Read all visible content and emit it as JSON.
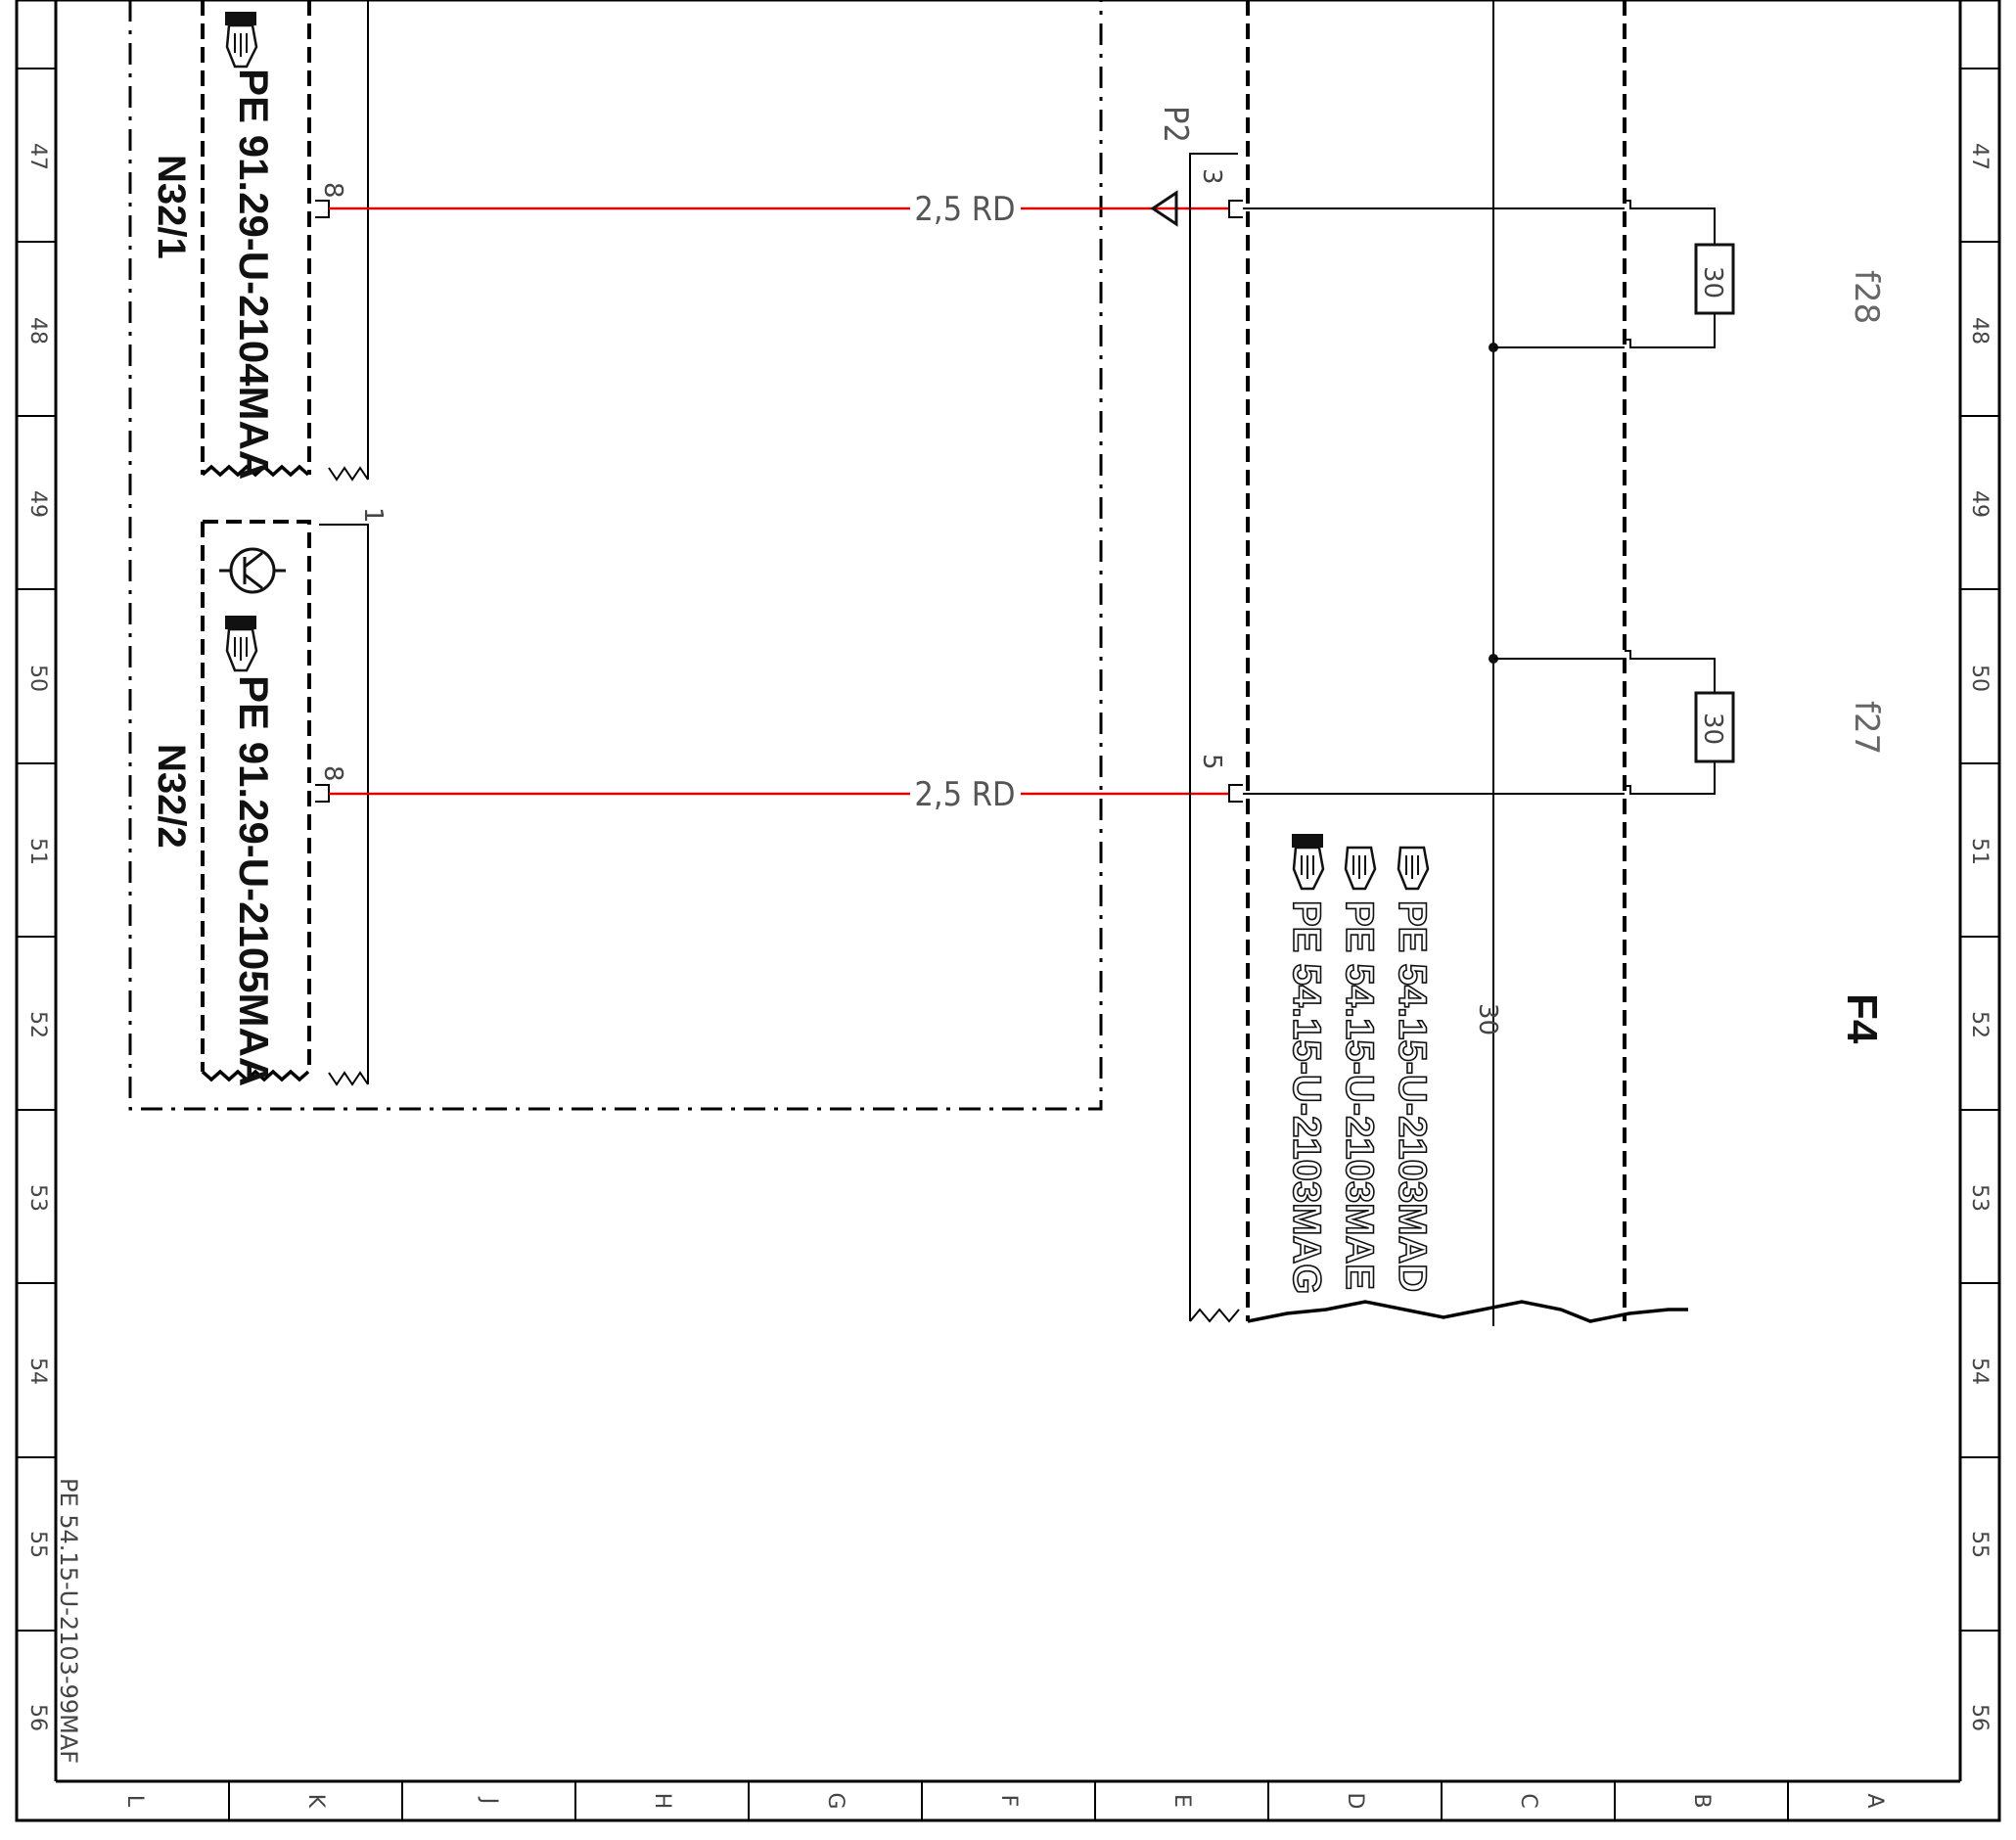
{
  "document_id": "PE 54.15-U-2103-99MAF",
  "grid": {
    "rows": [
      "47",
      "48",
      "49",
      "50",
      "51",
      "52",
      "53",
      "54",
      "55",
      "56"
    ],
    "columns": [
      "L",
      "K",
      "J",
      "H",
      "G",
      "F",
      "E",
      "D",
      "C",
      "B",
      "A"
    ]
  },
  "devices": {
    "n32_1": {
      "label": "N32/1",
      "ref": "PE 91.29-U-2104MAA",
      "pin": "8"
    },
    "n32_2": {
      "label": "N32/2",
      "ref": "PE 91.29-U-2105MAA",
      "pin": "8",
      "pin_top": "1"
    }
  },
  "wires": [
    {
      "label": "2,5 RD",
      "color": "#e00000"
    },
    {
      "label": "2,5 RD",
      "color": "#e00000"
    }
  ],
  "connector": {
    "name": "P2",
    "pins": [
      "3",
      "5"
    ]
  },
  "fuses": [
    {
      "name": "f28",
      "rating": "30"
    },
    {
      "name": "f27",
      "rating": "30"
    }
  ],
  "fuse_box": {
    "name": "F4",
    "bus_label": "30",
    "refs": [
      "PE 54.15-U-2103MAD",
      "PE 54.15-U-2103MAE",
      "PE 54.15-U-2103MAG"
    ]
  }
}
